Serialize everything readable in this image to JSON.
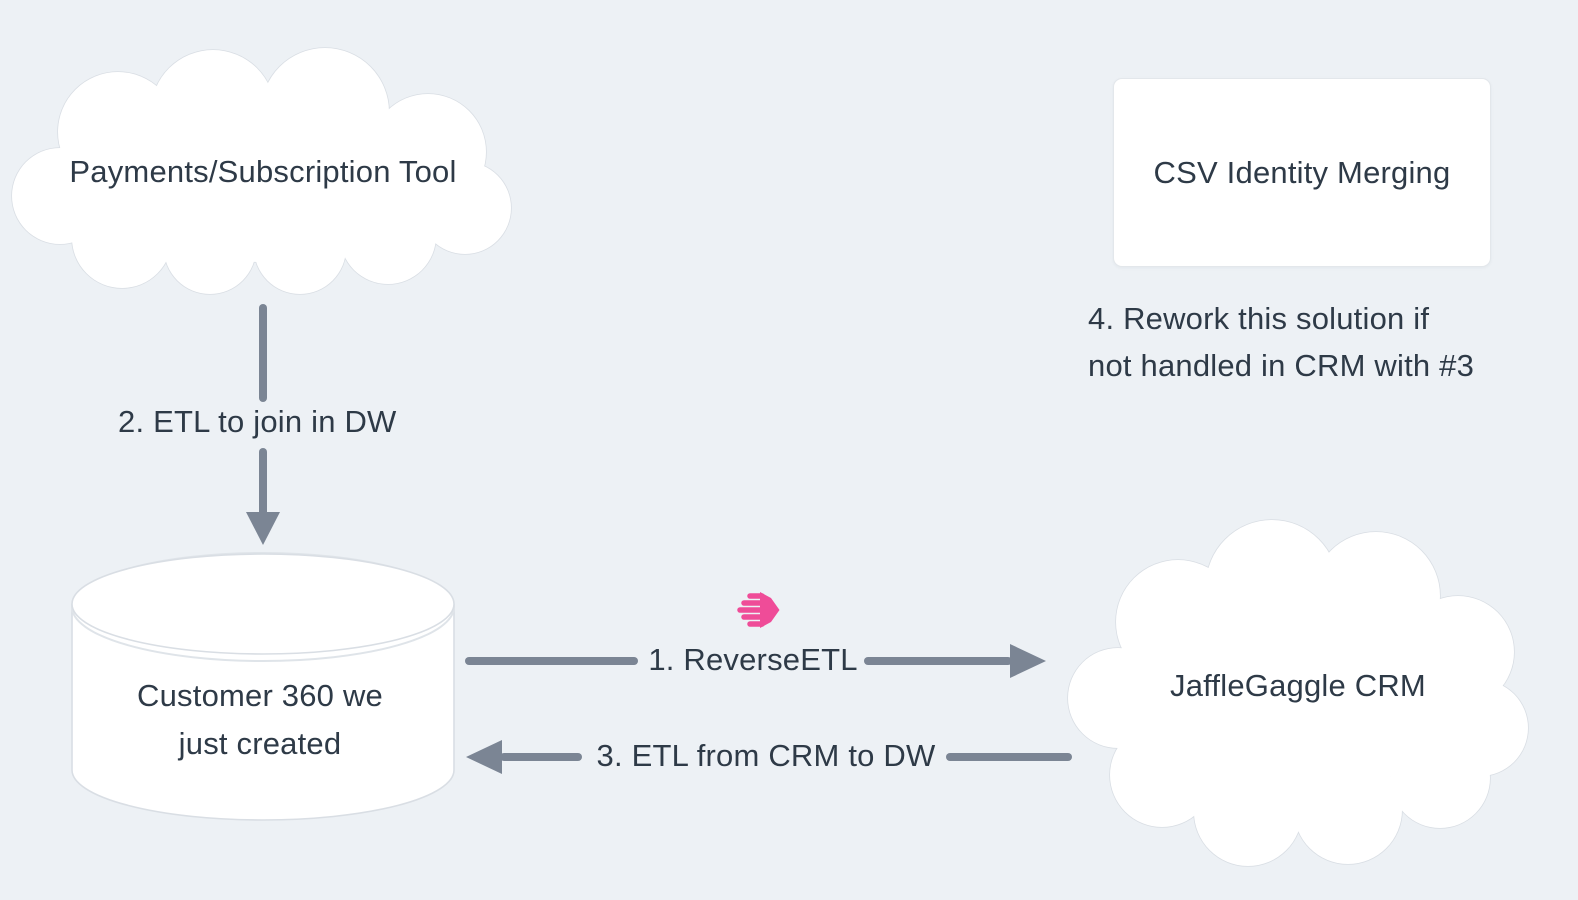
{
  "diagram": {
    "theme": {
      "colors": {
        "bg": "#edf1f5",
        "node_fill": "#ffffff",
        "node_border": "#d9dee4",
        "text_color": "#2e3a47",
        "arrow_color": "#7b8594",
        "accent_pink": "#ef4c98"
      }
    },
    "nodes": {
      "payments_cloud": {
        "shape": "cloud",
        "label": "Payments/Subscription Tool"
      },
      "csv_box": {
        "shape": "rectangle",
        "label": "CSV Identity Merging"
      },
      "customer360_db": {
        "shape": "cylinder",
        "label_line1": "Customer 360 we",
        "label_line2": "just created"
      },
      "jafflegaggle_cloud": {
        "shape": "cloud",
        "label": "JaffleGaggle CRM"
      }
    },
    "edges": {
      "etl_to_dw": {
        "label": "2. ETL to join in DW",
        "from": "payments_cloud",
        "to": "customer360_db",
        "direction": "down"
      },
      "reverse_etl": {
        "label": "1. ReverseETL",
        "from": "customer360_db",
        "to": "jafflegaggle_cloud",
        "direction": "right"
      },
      "etl_from_crm": {
        "label": "3. ETL from CRM to DW",
        "from": "jafflegaggle_cloud",
        "to": "customer360_db",
        "direction": "left"
      }
    },
    "notes": {
      "rework_note": {
        "line1": "4. Rework this solution if",
        "line2": "not handled in CRM with #3"
      }
    },
    "icons": {
      "hightouch": {
        "name": "hightouch-logo-icon",
        "color": "#ef4c98"
      }
    }
  }
}
